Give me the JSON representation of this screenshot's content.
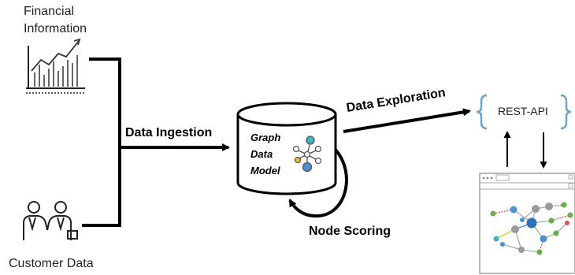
{
  "sources": {
    "financial_label_line1": "Financial",
    "financial_label_line2": "Information",
    "customer_label": "Customer Data"
  },
  "edges": {
    "ingestion_label": "Data Ingestion",
    "exploration_label": "Data Exploration",
    "scoring_label": "Node Scoring"
  },
  "database": {
    "line1": "Graph",
    "line2": "Data",
    "line3": "Model"
  },
  "api": {
    "label": "REST-API"
  },
  "colors": {
    "line": "#000000",
    "bracket": "#6ba3d6",
    "node_blue": "#4a90d9",
    "node_teal": "#3ab5c8",
    "node_green": "#63b047",
    "node_gray": "#9a9a9a",
    "node_yellow": "#f2b928",
    "edge_red": "#e05050"
  }
}
